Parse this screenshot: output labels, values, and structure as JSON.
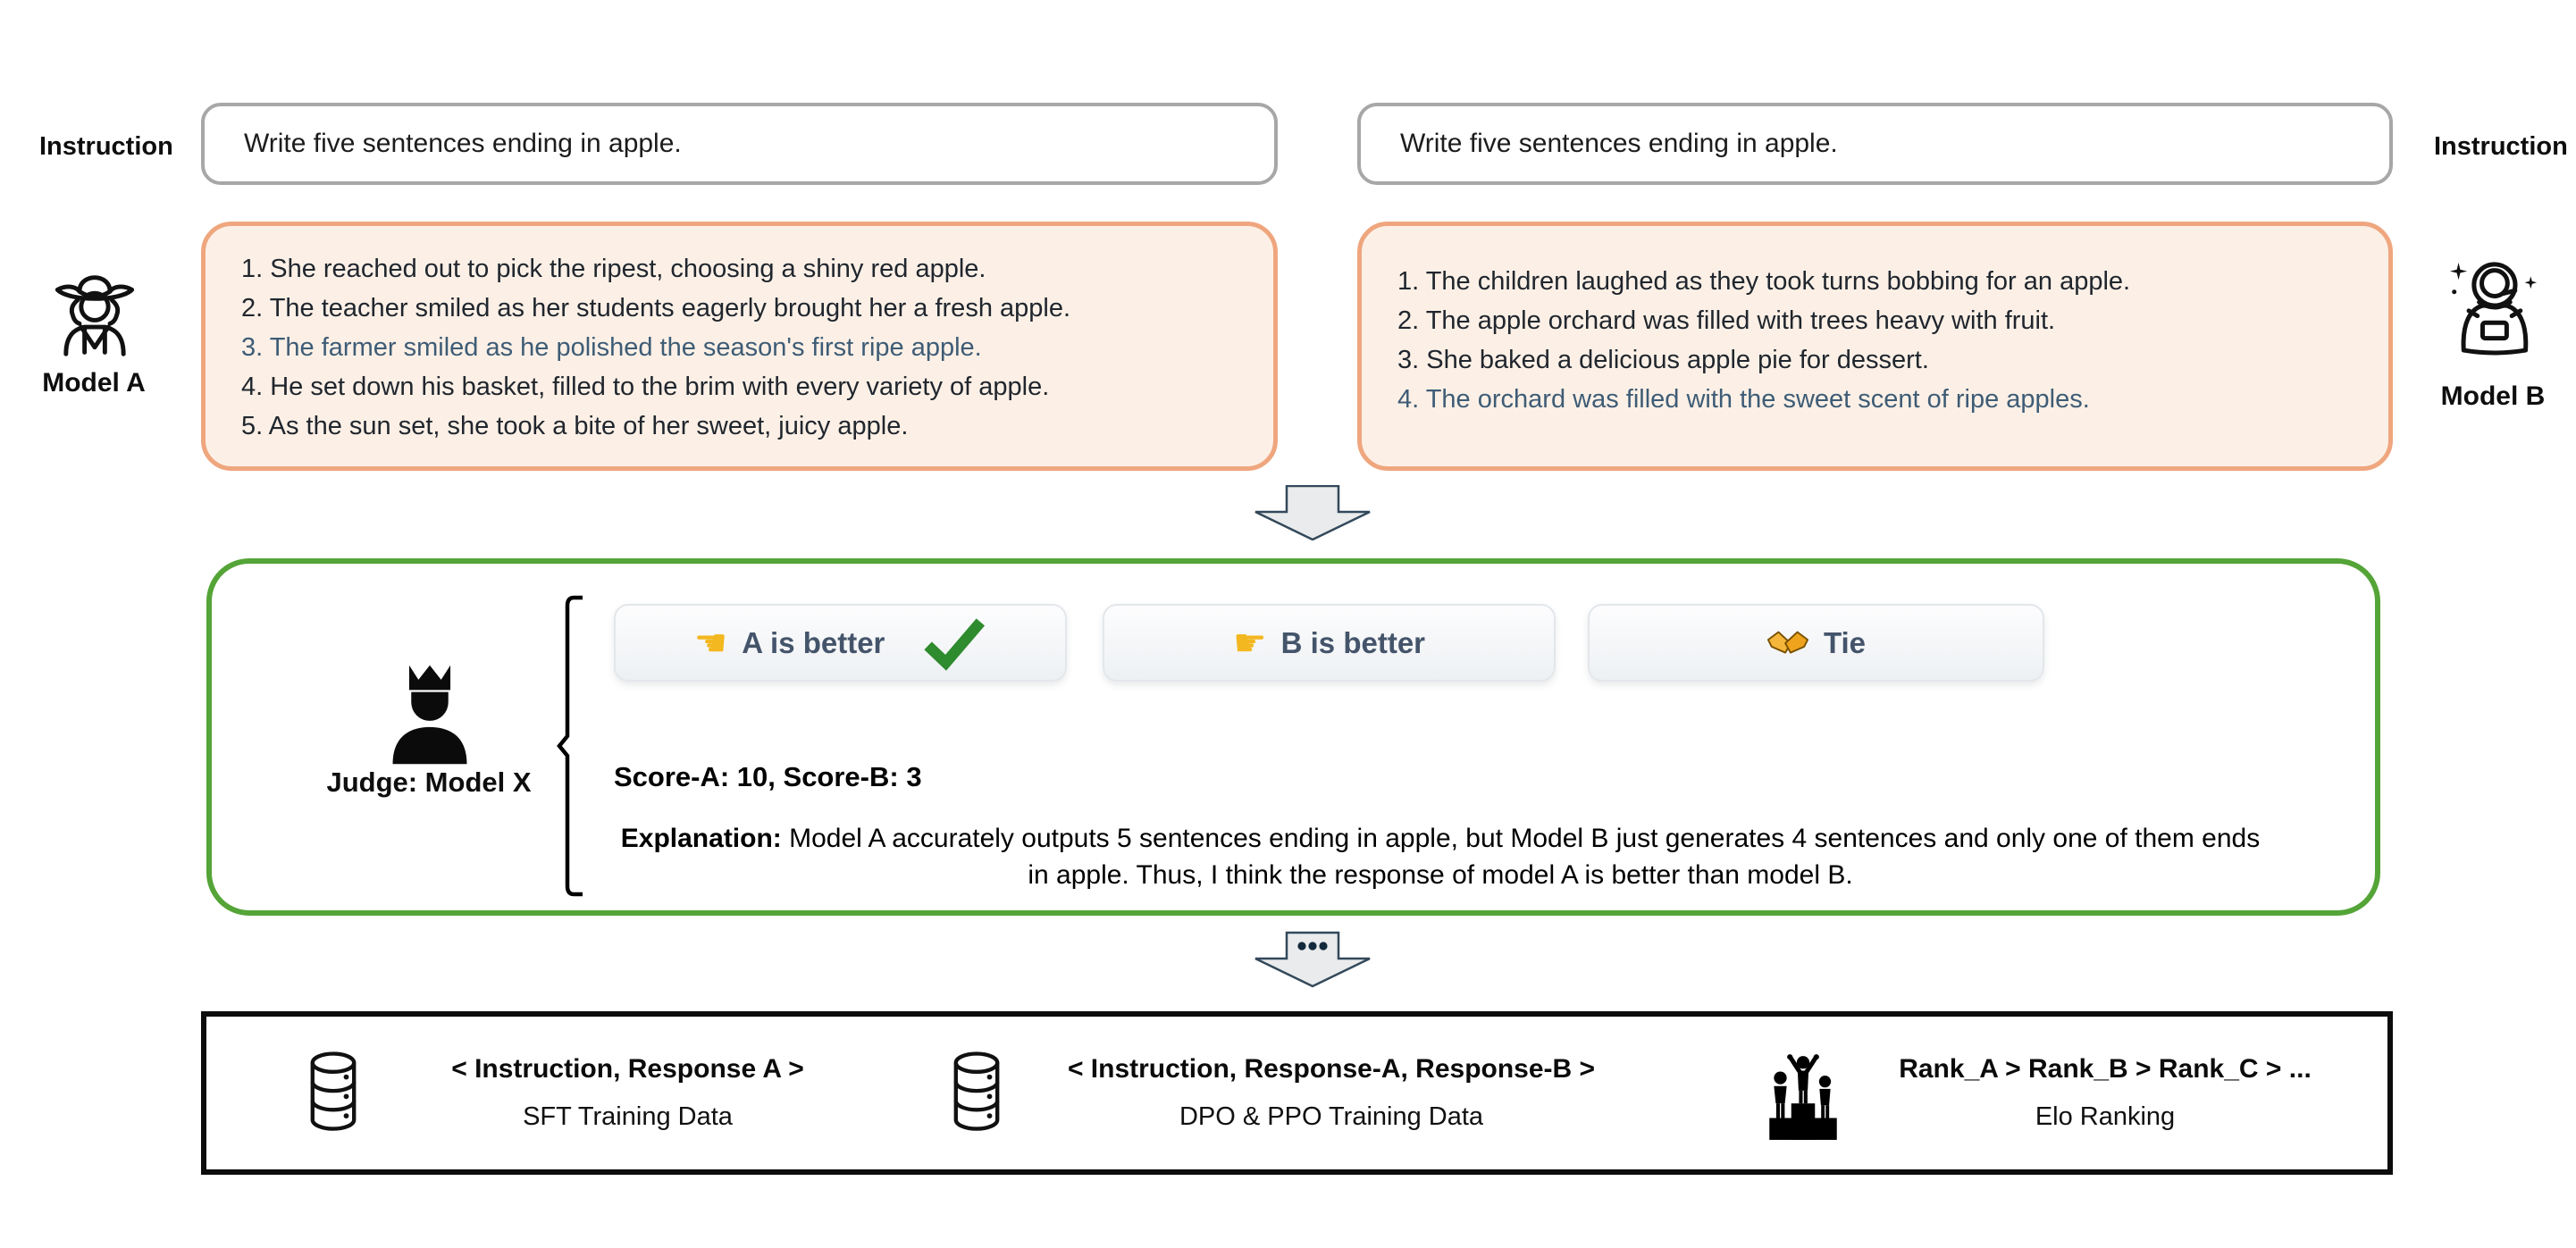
{
  "colors": {
    "model_box_fill": "#FCF0E6",
    "model_box_border": "#EFA67E",
    "judge_box_border": "#54A437",
    "instruction_box_border": "#A7A7A7",
    "button_text": "#44546A",
    "hand_yellow": "#F3B71F",
    "check_green": "#2E8B2E",
    "muted_text": "#3E5C76"
  },
  "left_panel": {
    "instruction_label": "Instruction",
    "instruction_text": "Write five sentences ending in apple.",
    "model_label": "Model A",
    "model_icon": "cowboy-farmer-icon",
    "responses": [
      "1. She reached out to pick the ripest, choosing a shiny red apple.",
      "2. The teacher smiled as her students eagerly brought her a fresh apple.",
      "3. The farmer smiled as he polished the season's first ripe apple.",
      "4. He set down his basket, filled to the brim with every variety of apple.",
      "5. As the sun set, she took a bite of her sweet, juicy apple."
    ],
    "muted_line_index": 2
  },
  "right_panel": {
    "instruction_label": "Instruction",
    "instruction_text": "Write five sentences ending in apple.",
    "model_label": "Model B",
    "model_icon": "astronaut-icon",
    "responses": [
      "1. The children laughed as they took turns bobbing for an apple.",
      "2. The apple orchard was filled with trees heavy with fruit.",
      "3. She baked a delicious apple pie for dessert.",
      "4. The orchard was filled with the sweet scent of ripe apples."
    ],
    "muted_line_index": 3
  },
  "judge": {
    "label": "Judge: Model X",
    "icon": "judge-crown-icon",
    "verdict_buttons": [
      {
        "label": "A is better",
        "icon": "hand-pointing-left-icon",
        "glyph": "☚",
        "selected": true
      },
      {
        "label": "B is better",
        "icon": "hand-pointing-right-icon",
        "glyph": "☛",
        "selected": false
      },
      {
        "label": "Tie",
        "icon": "handshake-icon",
        "glyph": "",
        "selected": false
      }
    ],
    "selected_mark_icon": "green-check-icon",
    "score_line": "Score-A: 10, Score-B: 3",
    "explanation_label": "Explanation:",
    "explanation_text": "Model A accurately outputs 5 sentences ending in apple, but Model B just generates 4 sentences and only one of them ends in apple. Thus, I think the response of model A is better than model B."
  },
  "arrow_dots": "•••",
  "outputs": [
    {
      "icon": "database-icon",
      "title": "< Instruction, Response A >",
      "subtitle": "SFT Training Data"
    },
    {
      "icon": "database-icon",
      "title": "< Instruction, Response-A, Response-B >",
      "subtitle": "DPO & PPO Training Data"
    },
    {
      "icon": "podium-ranking-icon",
      "title": "Rank_A > Rank_B > Rank_C > ...",
      "subtitle": "Elo Ranking"
    }
  ]
}
